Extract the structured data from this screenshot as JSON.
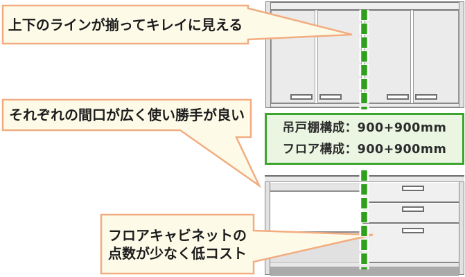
{
  "callouts": {
    "top": {
      "text": "上下のラインが揃ってキレイに見える"
    },
    "middle": {
      "text": "それぞれの間口が広く使い勝手が良い"
    },
    "bottom": {
      "line1": "フロアキャビネットの",
      "line2": "点数が少なく低コスト"
    }
  },
  "info_box": {
    "wall_line": "吊戸棚構成：900+900mm",
    "floor_line": "フロア構成：900+900mm"
  },
  "diagram_labels": {
    "wall_cabinet": "吊戸棚 (wall cabinet, 900+900mm, four doors)",
    "floor_cabinet": "フロアキャビネット (floor cabinet, 900mm open unit + 900mm three-drawer unit)",
    "center_line": "alignment center line"
  },
  "colors": {
    "callout_fill": "#FDFBE8",
    "callout_border": "#F2AC80",
    "info_fill": "#EAF6E2",
    "info_border": "#3DA52E",
    "center_line_green": "#2FA01C",
    "cabinet_outline": "#808080",
    "text": "#1c1c1c"
  }
}
